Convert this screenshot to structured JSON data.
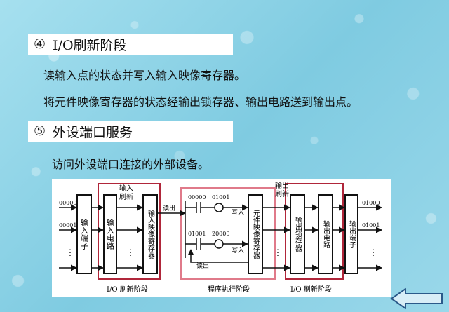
{
  "sections": {
    "refresh": {
      "number": "④",
      "title": "I/O刷新阶段"
    },
    "service": {
      "number": "⑤",
      "title": "外设端口服务"
    }
  },
  "lines": {
    "read_inputs": "读输入点的状态并写入输入映像寄存器。",
    "write_outputs": "将元件映像寄存器的状态经输出锁存器、输出电路送到输出点。",
    "access_devices": "访问外设端口连接的外部设备。"
  },
  "diagram": {
    "input_terminal": "输入端子",
    "input_circuit": "输入电路",
    "input_image_register": "输入映像寄存器",
    "element_image_register": "元件映像寄存器",
    "output_latch": "输出锁存器",
    "output_circuit": "输出电路",
    "output_terminal": "输出端子",
    "input_refresh": [
      "输入",
      "刷新"
    ],
    "output_refresh": [
      "输出",
      "刷新"
    ],
    "read_in": "读出",
    "write_in_1": "写入",
    "write_in_2": "写入",
    "read_out_bottom": "读出",
    "in_addr_1": "00000",
    "in_addr_2": "00001",
    "out_addr_1": "01000",
    "out_addr_2": "01001",
    "ladder_contact_1": "00000",
    "ladder_coil_1": "01001",
    "ladder_contact_2": "01001",
    "ladder_coil_2": "20000",
    "ellipsis": "⋮",
    "stage_io_left": "I/O 刷新阶段",
    "stage_program": "程序执行阶段",
    "stage_io_right": "I/O 刷新阶段"
  },
  "colors": {
    "frame": "#b0263a",
    "program_frame": "#e07a8a",
    "text": "#111111"
  }
}
